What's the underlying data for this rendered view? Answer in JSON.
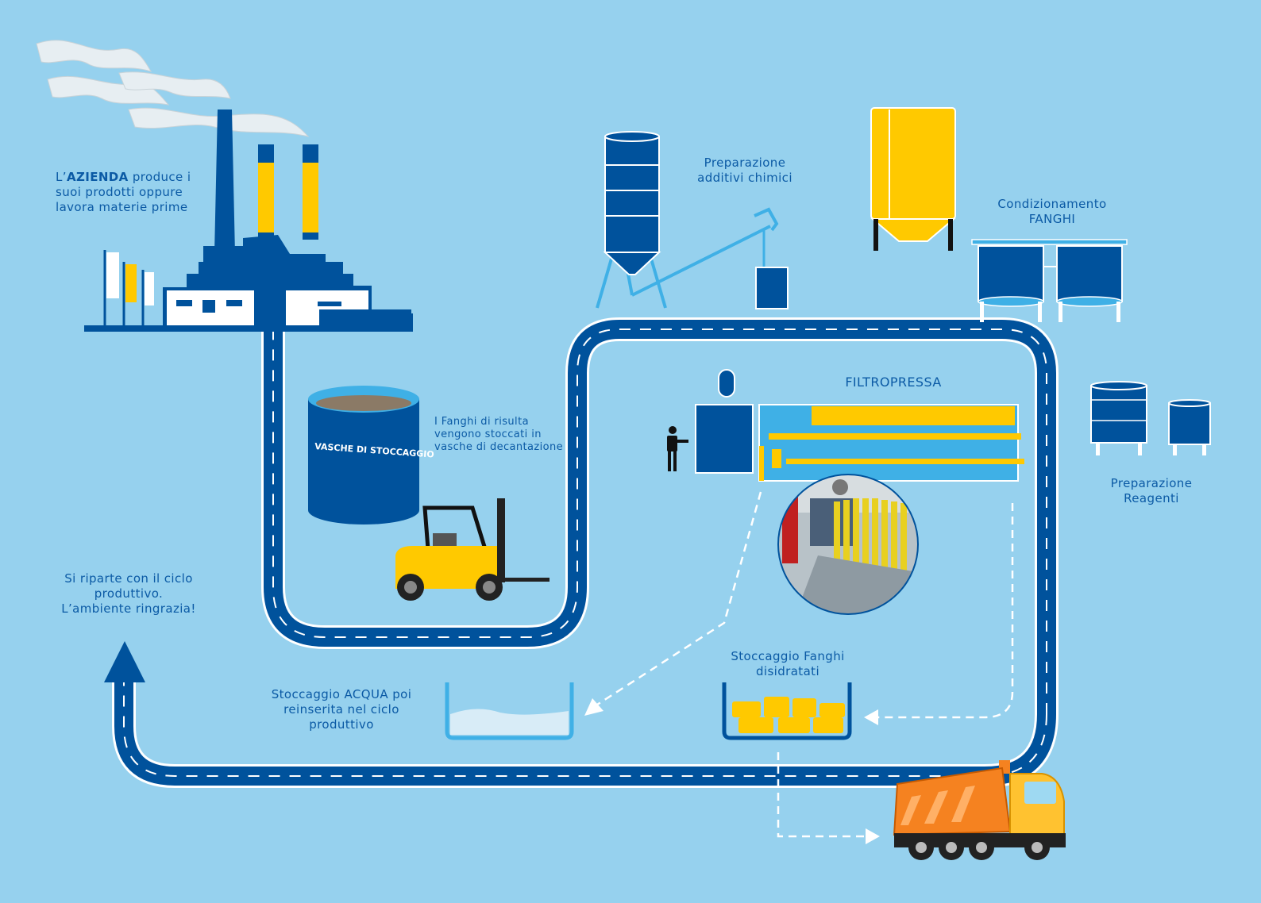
{
  "colors": {
    "background": "#96d1ee",
    "dark_blue": "#00529c",
    "light_blue": "#3fb0e6",
    "yellow": "#ffc900",
    "white": "#ffffff",
    "orange": "#f58220"
  },
  "factory": {
    "text_pre": "L’",
    "text_bold": "AZIENDA",
    "text_post": " produce i suoi prodotti oppure lavora materie prime"
  },
  "tank": {
    "label": "VASCHE DI STOCCAGGIO",
    "caption": "I Fanghi di risulta vengono stoccati in vasche di decantazione"
  },
  "additives": {
    "label": "Preparazione additivi chimici"
  },
  "conditioning": {
    "label": "Condizionamento FANGHI"
  },
  "filterpress": {
    "label": "FILTROPRESSA"
  },
  "reagents": {
    "label": "Preparazione Reagenti"
  },
  "restart": {
    "label": "Si riparte con il ciclo produttivo. L’ambiente ringrazia!"
  },
  "water_storage": {
    "label": "Stoccaggio ACQUA poi reinserita nel ciclo produttivo"
  },
  "sludge_storage": {
    "label": "Stoccaggio Fanghi disidratati"
  },
  "icons": [
    "factory-icon",
    "silo-icon",
    "hopper-icon",
    "mixing-tank-icon",
    "filter-press-icon",
    "operator-icon",
    "reagent-tank-icon",
    "storage-tank-icon",
    "forklift-icon",
    "dump-truck-icon",
    "water-basin-icon",
    "sludge-basin-icon",
    "filter-press-photo",
    "up-arrow-icon"
  ]
}
